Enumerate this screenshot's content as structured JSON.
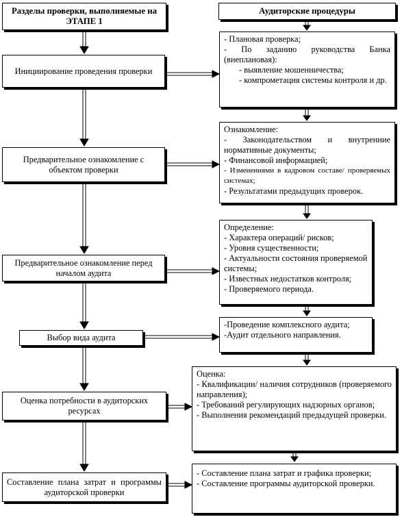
{
  "header": {
    "left_title": "Разделы проверки, выполняемые на ЭТАПЕ 1",
    "right_title": "Аудиторские процедуры"
  },
  "stages": [
    "Инициирование проведения проверки",
    "Предварительное ознакомление с объектом проверки",
    "Предварительное ознакомление перед началом аудита",
    "Выбор вида аудита",
    "Оценка потребности в аудиторских ресурсах",
    "Составление плана затрат и программы аудиторской проверки"
  ],
  "procedures": {
    "p1": {
      "lines": [
        "- Плановая проверка;",
        "- По заданию руководства Банка (внеплановая):",
        "- выявление мошенничества;",
        "- компрометация системы контроля и др."
      ]
    },
    "p2": {
      "heading": "Ознакомление:",
      "lines": [
        "- Законодательством и внутренние нормативные документы;",
        "- Финансовой информацией;",
        "- Изменениями в кадровом составе/ проверяемых системах;",
        "- Результатами предыдущих проверок."
      ]
    },
    "p3": {
      "heading": "Определение:",
      "lines": [
        "- Характера операций/ рисков;",
        "- Уровня существенности;",
        "- Актуальности состояния проверяемой системы;",
        "- Известных недостатков контроля;",
        "- Проверяемого периода."
      ]
    },
    "p4": {
      "lines": [
        "-Проведение комплексного аудита;",
        "-Аудит отдельного направления."
      ]
    },
    "p5": {
      "heading": "Оценка:",
      "lines": [
        "- Квалификации/ наличия сотрудников (проверяемого направления);",
        "- Требований регулирующих надзорных органов;",
        "- Выполнения рекомендаций предыдущей проверки."
      ]
    },
    "p6": {
      "lines": [
        "- Составление плана затрат и графика проверки;",
        "- Составление программы аудиторской проверки."
      ]
    }
  }
}
